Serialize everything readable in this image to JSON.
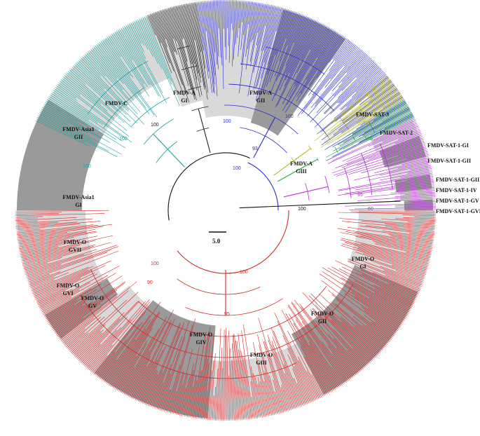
{
  "colors": {
    "A": "#2b2bc8",
    "C": "#222222",
    "Asia1": "#16a3a3",
    "O": "#d42a2a",
    "SAT3": "#b6b62a",
    "SAT2": "#2aa24a",
    "SAT1": "#b02ad2",
    "root": "#111111",
    "shade_light": "#d9d9d9",
    "shade_dark": "#9a9a9a"
  },
  "scale_bar": {
    "label": "5.0"
  },
  "clade_labels": [
    {
      "name": "FMDV-C",
      "lines": [
        "FMDV-C"
      ]
    },
    {
      "name": "FMDV-A GI",
      "lines": [
        "FMDV-A",
        "GI"
      ]
    },
    {
      "name": "FMDV-A GII",
      "lines": [
        "FMDV-A",
        "GII"
      ]
    },
    {
      "name": "FMDV-A GIII",
      "lines": [
        "FMDV-A",
        "GIII"
      ]
    },
    {
      "name": "FMDV-Asia1 GII",
      "lines": [
        "FMDV-Asia1",
        "GII"
      ]
    },
    {
      "name": "FMDV-Asia1 GI",
      "lines": [
        "FMDV-Asia1",
        "GI"
      ]
    },
    {
      "name": "FMDV-SAT-3",
      "lines": [
        "FMDV-SAT-3"
      ]
    },
    {
      "name": "FMDV-SAT-2",
      "lines": [
        "FMDV-SAT-2"
      ]
    },
    {
      "name": "FMDV-SAT-1-GI",
      "lines": [
        "FMDV-SAT-1-GI"
      ]
    },
    {
      "name": "FMDV-SAT-1-GII",
      "lines": [
        "FMDV-SAT-1-GII"
      ]
    },
    {
      "name": "FMDV-SAT-1-GIII",
      "lines": [
        "FMDV-SAT-1-GIII"
      ]
    },
    {
      "name": "FMDV-SAT-1-IV",
      "lines": [
        "FMDV-SAT-1-IV"
      ]
    },
    {
      "name": "FMDV-SAT-1-GV",
      "lines": [
        "FMDV-SAT-1-GV"
      ]
    },
    {
      "name": "FMDV-SAT-1-GVI",
      "lines": [
        "FMDV-SAT-1-GVI"
      ]
    },
    {
      "name": "FMDV-O GI",
      "lines": [
        "FMDV-O",
        "GI"
      ]
    },
    {
      "name": "FMDV-O GII",
      "lines": [
        "FMDV-O",
        "GII"
      ]
    },
    {
      "name": "FMDV-O GIII",
      "lines": [
        "FMDV-O",
        "GIII"
      ]
    },
    {
      "name": "FMDV-O GIV",
      "lines": [
        "FMDV-O",
        "GIV"
      ]
    },
    {
      "name": "FMDV-O GV",
      "lines": [
        "FMDV-O",
        "GV"
      ]
    },
    {
      "name": "FMDV-O GVI",
      "lines": [
        "FMDV-O",
        "GVI"
      ]
    },
    {
      "name": "FMDV-O GVII",
      "lines": [
        "FMDV-O",
        "GVII"
      ]
    }
  ],
  "bootstrap_labels": [
    {
      "text": "100",
      "color_key": "root"
    },
    {
      "text": "100",
      "color_key": "A"
    },
    {
      "text": "100",
      "color_key": "A"
    },
    {
      "text": "100",
      "color_key": "A"
    },
    {
      "text": "93",
      "color_key": "A"
    },
    {
      "text": "100",
      "color_key": "Asia1"
    },
    {
      "text": "100",
      "color_key": "Asia1"
    },
    {
      "text": "100",
      "color_key": "C"
    },
    {
      "text": "100",
      "color_key": "O"
    },
    {
      "text": "100",
      "color_key": "O"
    },
    {
      "text": "95",
      "color_key": "O"
    },
    {
      "text": "90",
      "color_key": "O"
    },
    {
      "text": "60",
      "color_key": "SAT1"
    },
    {
      "text": "95",
      "color_key": "SAT1"
    },
    {
      "text": "100",
      "color_key": "SAT2"
    },
    {
      "text": "100",
      "color_key": "SAT3"
    }
  ]
}
